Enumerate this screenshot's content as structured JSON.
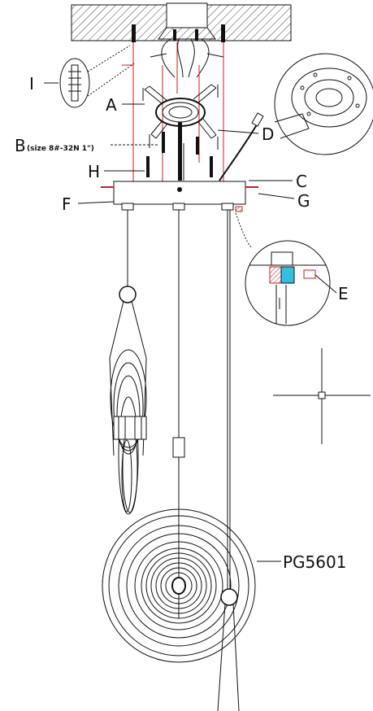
{
  "diagram": {
    "callouts": {
      "I": "I",
      "A": "A",
      "B": "B",
      "B_spec": "(size 8#-32N 1\")",
      "D": "D",
      "H": "H",
      "C": "C",
      "F": "F",
      "G": "G",
      "E": "E"
    },
    "model_number": "PG5601",
    "colors": {
      "line": "#111111",
      "wire_red": "#c81e1e",
      "hatch": "#444444",
      "detail_cyan": "#33c0e0"
    }
  }
}
